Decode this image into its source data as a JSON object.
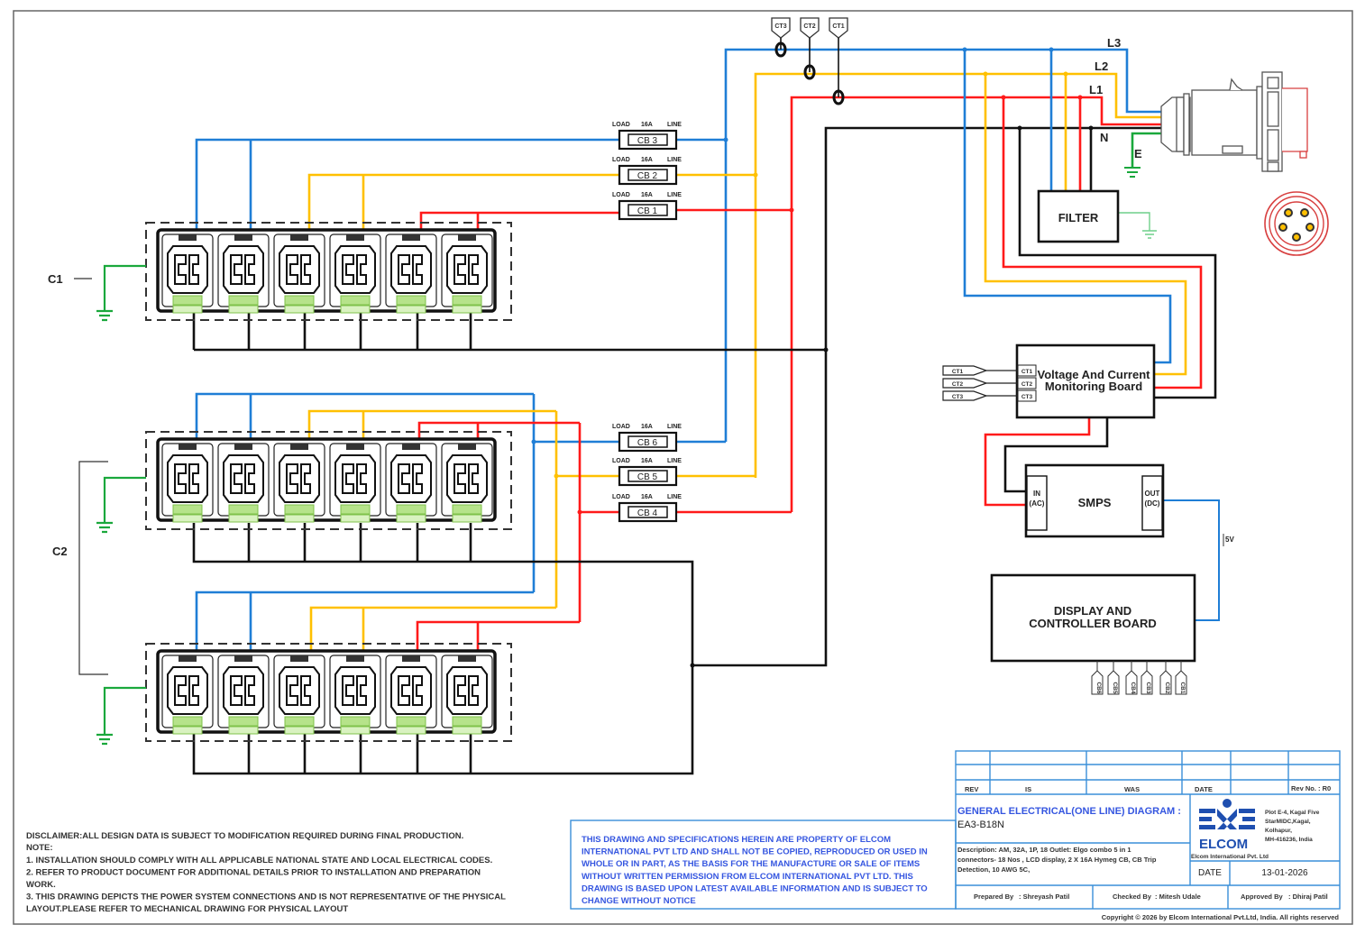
{
  "colors": {
    "L3": "#1f7ed6",
    "L2": "#ffc000",
    "L1": "#ff1a1a",
    "neutral": "#111111",
    "earth": "#1aa83c",
    "titleblock": "#3a8fd8",
    "accent_text": "#3556e0"
  },
  "lines": {
    "L3": "L3",
    "L2": "L2",
    "L1": "L1",
    "N": "N",
    "E": "E"
  },
  "current_transformers": [
    "CT3",
    "CT2",
    "CT1"
  ],
  "breakers": [
    {
      "label": "CB 3",
      "load": "LOAD",
      "rating": "16A",
      "line": "LINE"
    },
    {
      "label": "CB 2",
      "load": "LOAD",
      "rating": "16A",
      "line": "LINE"
    },
    {
      "label": "CB 1",
      "load": "LOAD",
      "rating": "16A",
      "line": "LINE"
    },
    {
      "label": "CB 6",
      "load": "LOAD",
      "rating": "16A",
      "line": "LINE"
    },
    {
      "label": "CB 5",
      "load": "LOAD",
      "rating": "16A",
      "line": "LINE"
    },
    {
      "label": "CB 4",
      "load": "LOAD",
      "rating": "16A",
      "line": "LINE"
    }
  ],
  "groups": {
    "c1": "C1",
    "c2": "C2"
  },
  "filter": "FILTER",
  "monitoring_board": {
    "line1": "Voltage And Current",
    "line2": "Monitoring Board",
    "inputs": [
      "CT1",
      "CT2",
      "CT3"
    ],
    "tags": [
      "CT1",
      "CT2",
      "CT3"
    ]
  },
  "smps": {
    "label": "SMPS",
    "in1": "IN",
    "in2": "(AC)",
    "out1": "OUT",
    "out2": "(DC)",
    "voltage": "5V"
  },
  "display_board": {
    "line1": "DISPLAY AND",
    "line2": "CONTROLLER  BOARD",
    "tags": [
      "CB6",
      "CB5",
      "CB4",
      "CB3",
      "CB2",
      "CB1"
    ]
  },
  "notes": {
    "disclaimer": "DISCLAIMER:ALL DESIGN DATA IS SUBJECT TO MODIFICATION REQUIRED DURING FINAL PRODUCTION.",
    "note_title": "NOTE:",
    "lines": [
      "1. INSTALLATION SHOULD COMPLY WITH ALL APPLICABLE NATIONAL STATE AND LOCAL ELECTRICAL CODES.",
      "2. REFER TO PRODUCT DOCUMENT FOR ADDITIONAL DETAILS PRIOR TO INSTALLATION AND PREPARATION",
      "WORK.",
      "3. THIS DRAWING DEPICTS THE POWER SYSTEM CONNECTIONS AND IS NOT REPRESENTATIVE OF THE PHYSICAL",
      "LAYOUT.PLEASE REFER TO MECHANICAL DRAWING FOR PHYSICAL LAYOUT"
    ]
  },
  "property_notice": [
    "THIS DRAWING AND SPECIFICATIONS  HEREIN ARE PROPERTY OF ELCOM",
    "INTERNATIONAL PVT LTD AND SHALL NOT BE COPIED, REPRODUCED OR USED IN",
    "WHOLE OR IN PART, AS THE BASIS FOR THE MANUFACTURE OR SALE OF ITEMS",
    "WITHOUT WRITTEN PERMISSION FROM ELCOM INTERNATIONAL PVT LTD. THIS",
    "DRAWING IS BASED UPON LATEST AVAILABLE INFORMATION AND IS SUBJECT TO",
    "CHANGE WITHOUT NOTICE"
  ],
  "title_block": {
    "rev": "REV",
    "is": "IS",
    "was": "WAS",
    "date_col": "DATE",
    "rev_no": "Rev No.  : R0",
    "title": "GENERAL ELECTRICAL(ONE LINE) DIAGRAM :",
    "model": "EA3-B18N",
    "description": [
      "Description:  AM, 32A, 1P, 18 Outlet: Elgo combo 5 in 1",
      "connectors- 18 Nos ,  LCD display, 2 X 16A Hymeg CB, CB Trip",
      "Detection, 10 AWG 5C,"
    ],
    "logo_text": "ELCOM",
    "company": "Elcom International Pvt. Ltd",
    "address": [
      "Plot E-4, Kagal Five",
      "StarMIDC,Kagal,",
      "Kolhapur,",
      "MH-416236, India"
    ],
    "date_label": "DATE",
    "date": "13-01-2026",
    "prepared_label": "Prepared By",
    "prepared": " : Shreyash Patil",
    "checked_label": "Checked By",
    "checked": " : Mitesh Udale",
    "approved_label": "Approved By",
    "approved": " : Dhiraj Patil"
  },
  "copyright": "Copyright © 2026 by Elcom International Pvt.Ltd, India. All rights reserved"
}
